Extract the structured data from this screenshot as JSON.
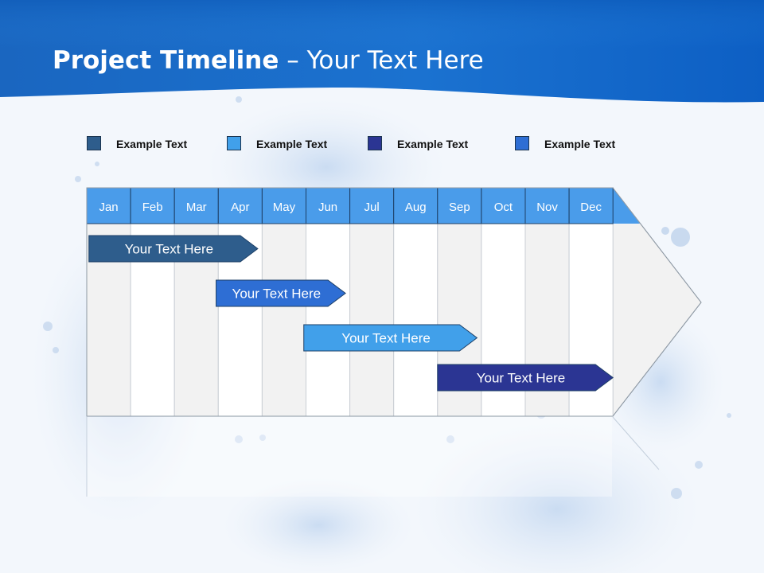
{
  "slide": {
    "title_bold": "Project Timeline",
    "title_rest": " – Your Text Here"
  },
  "legend": [
    {
      "label": "Example Text",
      "color": "#2e5d8c"
    },
    {
      "label": "Example Text",
      "color": "#41a0ea"
    },
    {
      "label": "Example Text",
      "color": "#2b3593"
    },
    {
      "label": "Example Text",
      "color": "#2e6ed4"
    }
  ],
  "timeline": {
    "months": [
      "Jan",
      "Feb",
      "Mar",
      "Apr",
      "May",
      "Jun",
      "Jul",
      "Aug",
      "Sep",
      "Oct",
      "Nov",
      "Dec"
    ],
    "header_color": "#4a9cea",
    "bars": [
      {
        "label": "Your  Text Here",
        "start_month": 1.05,
        "end_month": 4.9,
        "color": "#2e5d8c"
      },
      {
        "label": "Your  Text Here",
        "start_month": 3.95,
        "end_month": 6.9,
        "color": "#2e6ed4"
      },
      {
        "label": "Your  Text Here",
        "start_month": 5.95,
        "end_month": 9.9,
        "color": "#41a0ea"
      },
      {
        "label": "Your  Text Here",
        "start_month": 9.0,
        "end_month": 13.0,
        "color": "#2b3593"
      }
    ]
  }
}
